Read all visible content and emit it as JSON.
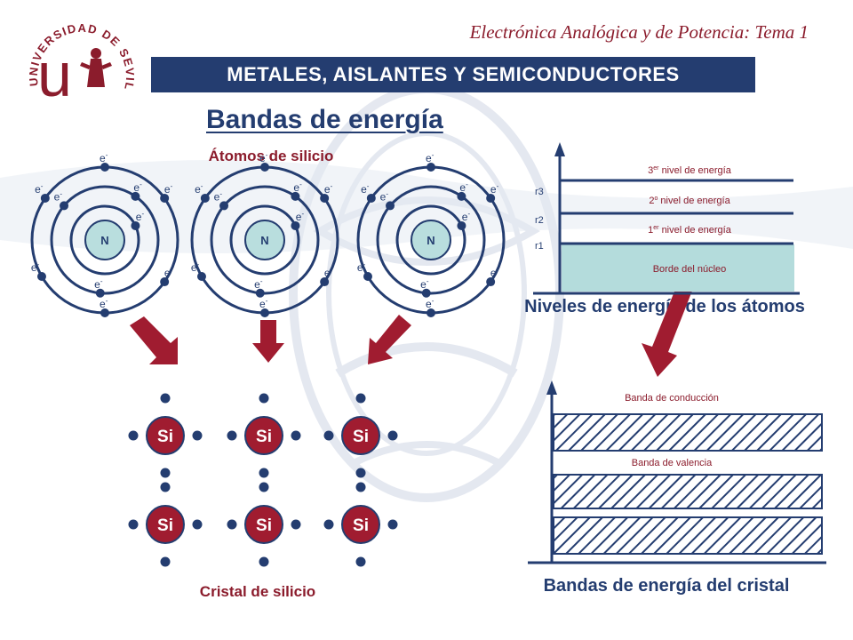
{
  "header": {
    "course": "Electrónica Analógica y de Potencia: Tema 1",
    "section_title": "METALES, AISLANTES Y SEMICONDUCTORES"
  },
  "logo": {
    "ring_text": "UNIVERSIDAD DE SEVILLA",
    "mark": "u"
  },
  "heading": "Bandas de energía",
  "atoms": {
    "title": "Átomos de silicio",
    "nucleus_label": "N",
    "electron_label": "e",
    "electron_charge": "-"
  },
  "crystal": {
    "title": "Cristal de silicio",
    "atom_label": "Si"
  },
  "levels": {
    "title": "Niveles de energía de los átomos",
    "radii": [
      "r3",
      "r2",
      "r1"
    ],
    "level3": {
      "ordinal": "3",
      "sup": "er",
      "text": "nivel de energía"
    },
    "level2": {
      "ordinal": "2",
      "sup": "o",
      "text": "nivel de energía"
    },
    "level1": {
      "ordinal": "1",
      "sup": "er",
      "text": "nivel de energía"
    },
    "nucleus_edge": "Borde del núcleo"
  },
  "bands": {
    "title": "Bandas de energía del cristal",
    "conduction": "Banda de conducción",
    "valence": "Banda de valencia"
  },
  "colors": {
    "navy": "#243d70",
    "maroon": "#8b1c2c",
    "arrow": "#a01c30",
    "nucleus": "#b9dede",
    "nucleus_edge_fill": "#b4dcdc"
  }
}
